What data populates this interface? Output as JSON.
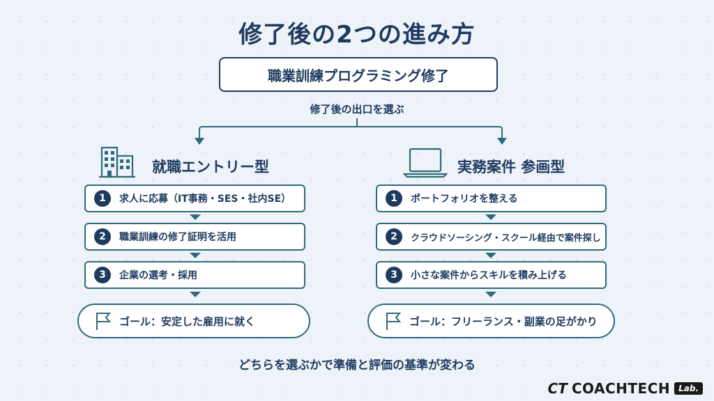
{
  "title": "修了後の2つの進み方",
  "start": "職業訓練プログラミング修了",
  "branch_label": "修了後の出口を選ぶ",
  "left": {
    "title": "就職エントリー型",
    "icon": "building-icon",
    "steps": [
      {
        "num": "1",
        "text": "求人に応募（IT事務・SES・社内SE）"
      },
      {
        "num": "2",
        "text": "職業訓練の修了証明を活用"
      },
      {
        "num": "3",
        "text": "企業の選考・採用"
      }
    ],
    "goal": "ゴール：安定した雇用に就く"
  },
  "right": {
    "title": "実務案件 参画型",
    "icon": "laptop-icon",
    "steps": [
      {
        "num": "1",
        "text": "ポートフォリオを整える"
      },
      {
        "num": "2",
        "text": "クラウドソーシング・スクール経由で案件探し"
      },
      {
        "num": "3",
        "text": "小さな案件からスキルを積み上げる"
      }
    ],
    "goal": "ゴール：フリーランス・副業の足がかり"
  },
  "footer": "どちらを選ぶかで準備と評価の基準が変わる",
  "logo": {
    "mark": "CT",
    "text": "COACHTECH",
    "badge": "Lab."
  },
  "colors": {
    "navy": "#1e3a5f",
    "teal": "#2e6a7a",
    "background": "#eef3f9"
  }
}
